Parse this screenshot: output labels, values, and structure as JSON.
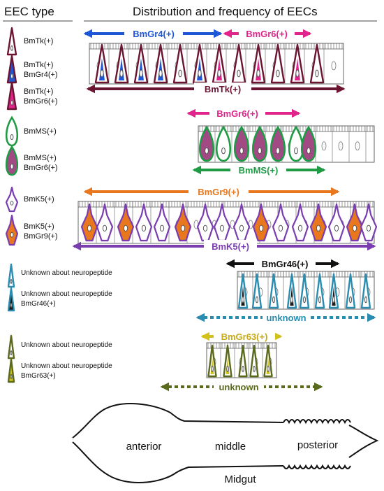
{
  "headers": {
    "left": "EEC type",
    "right": "Distribution and frequency of EECs"
  },
  "colors": {
    "tk": "#6b1430",
    "gr4": "#1f56d6",
    "gr6": "#e0248c",
    "ms": "#1f9a45",
    "gr9": "#e9771d",
    "k5": "#7a3db0",
    "gr46": "#1a1a1a",
    "unknown_blue": "#2a8cb0",
    "gr63": "#d4c01a",
    "unknown_olive": "#5a6a1c"
  },
  "legend": [
    {
      "lines": [
        "BmTk(+)"
      ],
      "cell": "tk-icon"
    },
    {
      "lines": [
        "BmTk(+)",
        "BmGr4(+)"
      ],
      "cell": "tk-gr4-icon"
    },
    {
      "lines": [
        "BmTk(+)",
        "BmGr6(+)"
      ],
      "cell": "tk-gr6-icon"
    },
    {
      "lines": [
        "BmMS(+)"
      ],
      "cell": "ms-icon"
    },
    {
      "lines": [
        "BmMS(+)",
        "BmGr6(+)"
      ],
      "cell": "ms-gr6-icon"
    },
    {
      "lines": [
        "BmK5(+)"
      ],
      "cell": "k5-icon"
    },
    {
      "lines": [
        "BmK5(+)",
        "BmGr9(+)"
      ],
      "cell": "k5-gr9-icon"
    },
    {
      "lines": [
        "Unknown about neuropeptide"
      ],
      "cell": "blue-unknown-icon"
    },
    {
      "lines": [
        "Unknown about neuropeptide",
        "BmGr46(+)"
      ],
      "cell": "gr46-icon"
    },
    {
      "lines": [
        "Unknown about neuropeptide"
      ],
      "cell": "olive-unknown-icon"
    },
    {
      "lines": [
        "Unknown about neuropeptide",
        "BmGr63(+)"
      ],
      "cell": "gr63-icon"
    }
  ],
  "arrows": {
    "gr4": "BmGr4(+)",
    "gr6_top": "BmGr6(+)",
    "tk": "BmTk(+)",
    "gr6_ms": "BmGr6(+)",
    "ms": "BmMS(+)",
    "gr9": "BmGr9(+)",
    "k5": "BmK5(+)",
    "gr46": "BmGr46(+)",
    "unknown_1": "unknown",
    "gr63": "BmGr63(+)",
    "unknown_2": "unknown"
  },
  "midgut": {
    "anterior": "anterior",
    "middle": "middle",
    "posterior": "posterior",
    "title": "Midgut"
  }
}
